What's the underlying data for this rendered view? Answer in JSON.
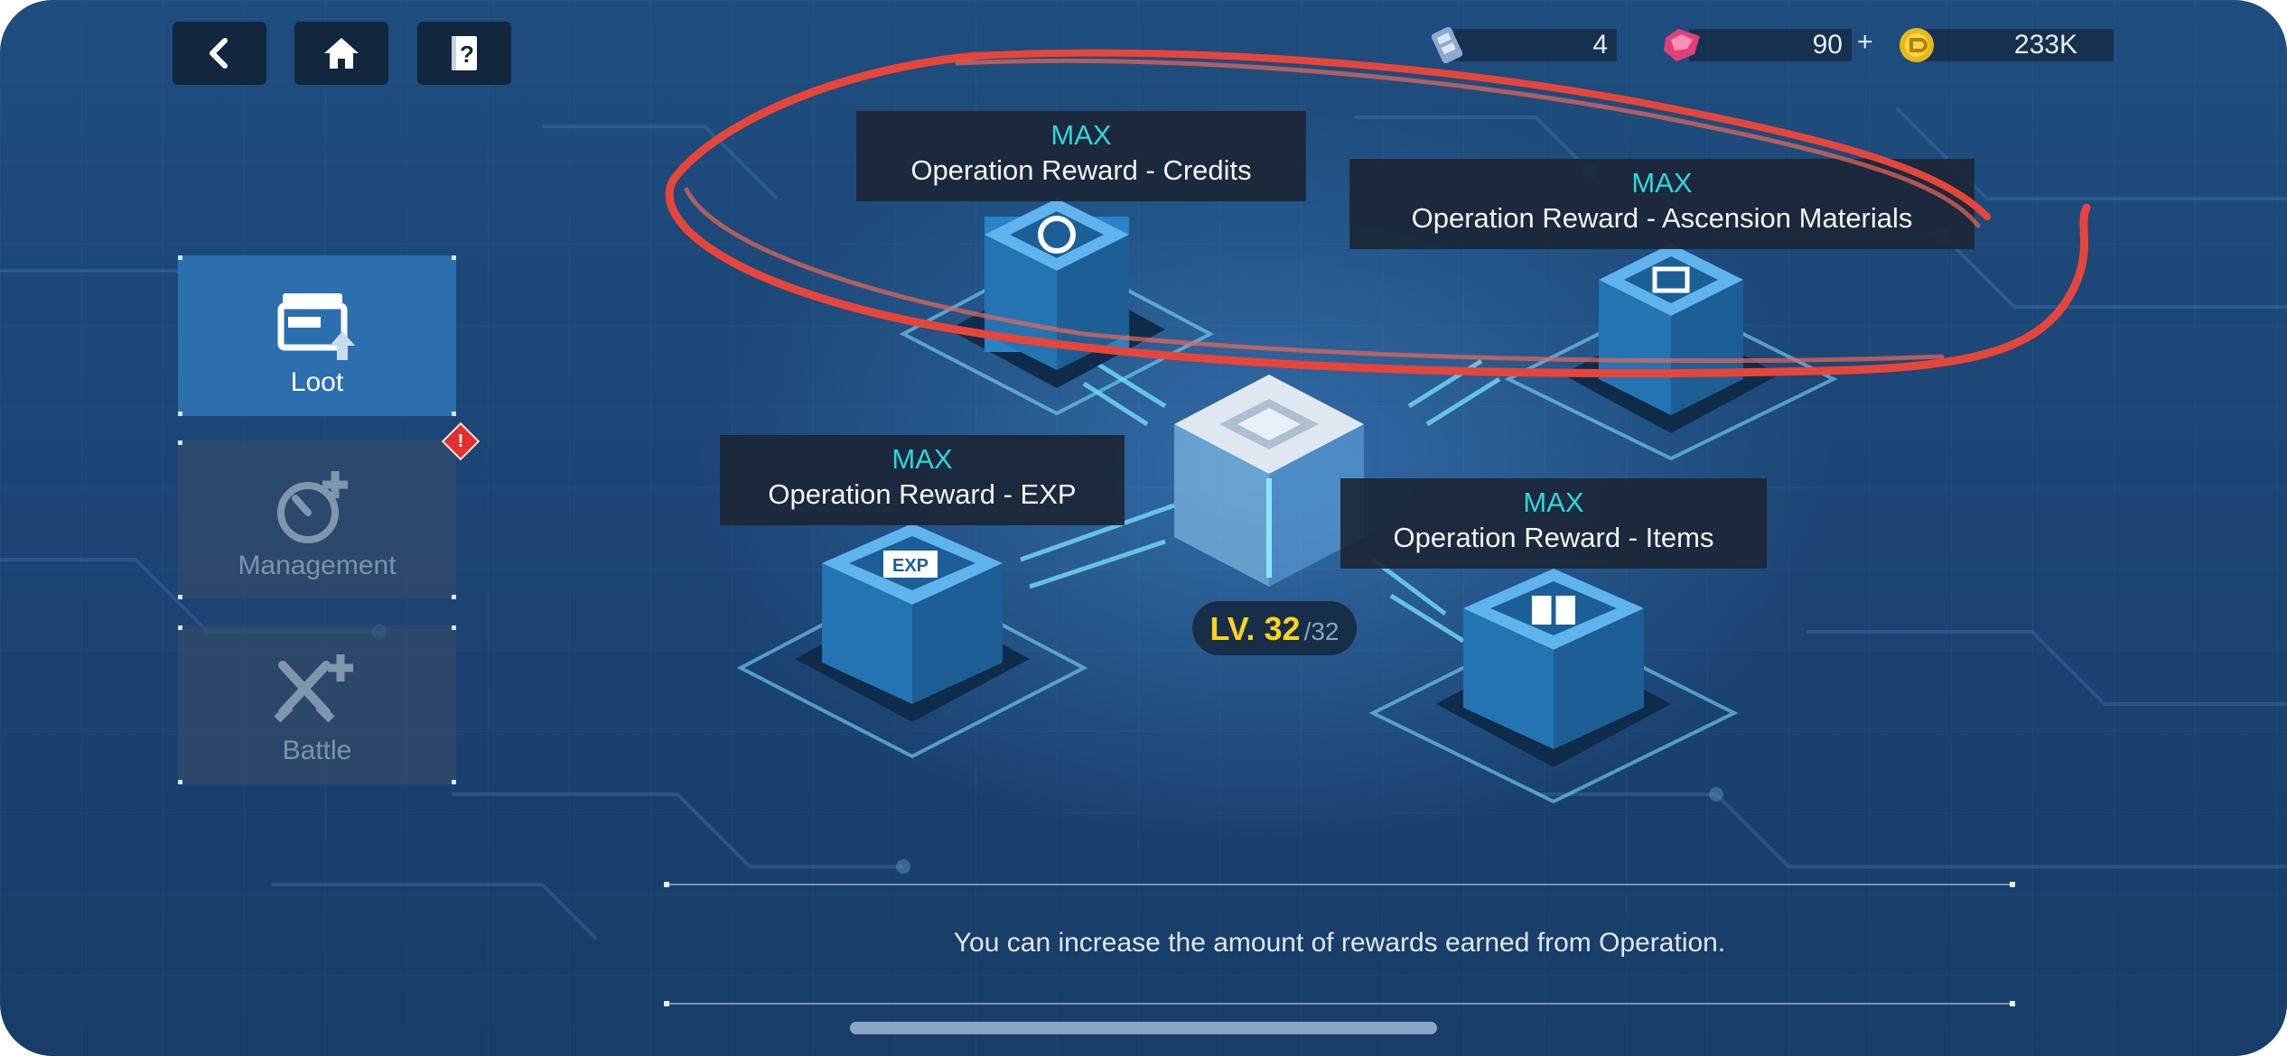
{
  "resources": [
    {
      "icon": "battery-ticket-icon",
      "value": "4"
    },
    {
      "icon": "pink-gem-icon",
      "value": "90",
      "plus": "+"
    },
    {
      "icon": "gold-coin-icon",
      "value": "233K"
    }
  ],
  "sidebar": {
    "items": [
      {
        "label": "Loot",
        "icon": "loot-chest-icon",
        "active": true
      },
      {
        "label": "Management",
        "icon": "stopwatch-plus-icon",
        "active": false,
        "alert": "!"
      },
      {
        "label": "Battle",
        "icon": "crossed-swords-plus-icon",
        "active": false
      }
    ]
  },
  "rewards": [
    {
      "status": "MAX",
      "title": "Operation Reward - Credits"
    },
    {
      "status": "MAX",
      "title": "Operation Reward - Ascension Materials"
    },
    {
      "status": "MAX",
      "title": "Operation Reward - EXP"
    },
    {
      "status": "MAX",
      "title": "Operation Reward - Items"
    }
  ],
  "core": {
    "level": "LV. 32",
    "max_level": "/32"
  },
  "exp_chip_label": "EXP",
  "description": "You can increase the amount of rewards earned from Operation.",
  "colors": {
    "accent_cyan": "#2fd7dd",
    "level_yellow": "#ffd21e",
    "active_tab": "#2b6fae",
    "annotation_red": "#e8453a"
  }
}
